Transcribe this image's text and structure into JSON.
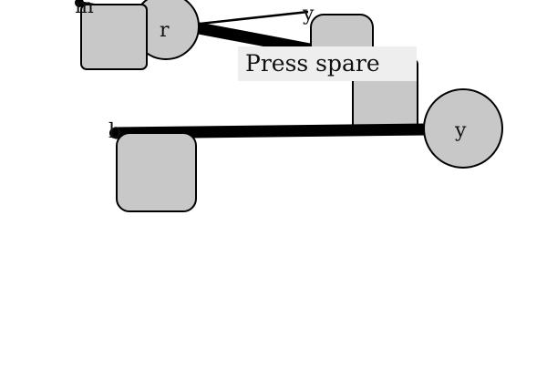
{
  "diagram": {
    "labels": {
      "m": "m",
      "r": "r",
      "y_top": "y",
      "b": "b",
      "y_right": "y"
    },
    "tooltip": {
      "text": "Press spare"
    }
  },
  "colors": {
    "node_fill": "#c8c8c8",
    "stroke": "#000000",
    "tooltip_bg": "#eeeeee"
  }
}
